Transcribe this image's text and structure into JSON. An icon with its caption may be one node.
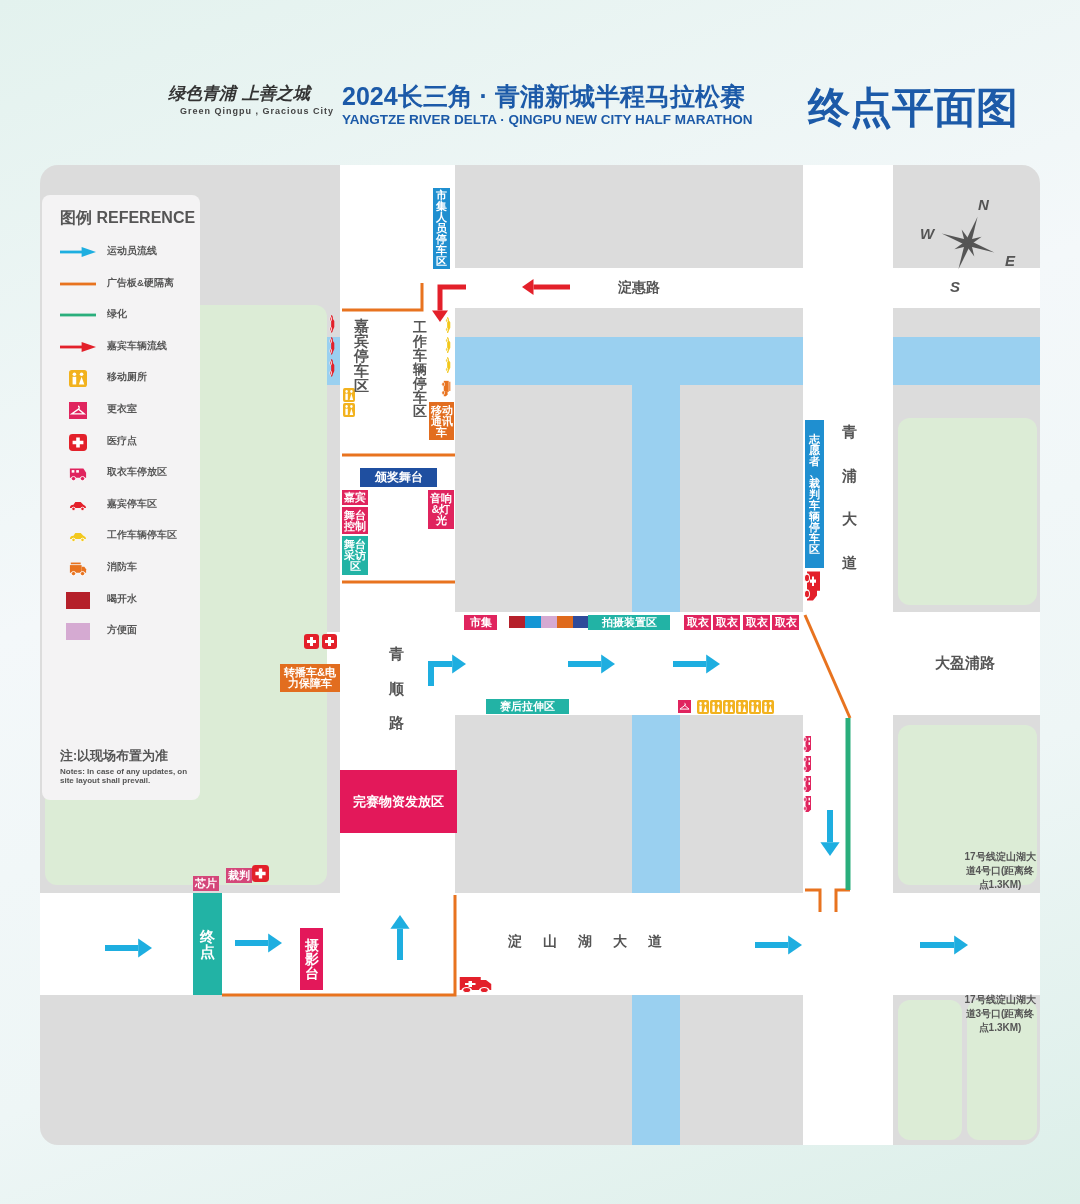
{
  "diagram": {
    "title": "2024长三角 · 青浦新城半程马拉松赛",
    "nodes": [
      {
        "text": [
          "市集人员停车区"
        ]
      },
      {
        "text": [
          "移动通讯车"
        ]
      },
      {
        "text": [
          "颁奖舞台"
        ]
      },
      {
        "text": [
          "嘉宾"
        ]
      },
      {
        "text": [
          "舞台控制"
        ]
      },
      {
        "text": [
          "舞台采访区"
        ]
      },
      {
        "text": [
          "音响&灯光"
        ]
      },
      {
        "text": [
          "转播车&电力保障车"
        ]
      },
      {
        "text": [
          "市集"
        ]
      },
      {
        "text": [
          "拍摄装置区"
        ]
      },
      {
        "text": [
          "取衣"
        ]
      },
      {
        "text": [
          "取衣"
        ]
      },
      {
        "text": [
          "取衣"
        ]
      },
      {
        "text": [
          "取衣"
        ]
      },
      {
        "text": [
          "赛后拉伸区"
        ]
      },
      {
        "text": [
          "完赛物资发放区"
        ]
      },
      {
        "text": [
          "芯片"
        ]
      },
      {
        "text": [
          "裁判"
        ]
      },
      {
        "text": [
          "终点"
        ]
      },
      {
        "text": [
          "摄影台"
        ]
      },
      {
        "text": [
          "志愿者、裁判车辆停车区"
        ]
      }
    ],
    "labels": [
      "YANGTZE RIVER DELTA · QINGPU NEW CITY HALF MARATHON",
      "终点平面图",
      "绿色青浦 上善之城",
      "Green Qingpu , Gracious City",
      "图例 REFERENCE",
      "注:以现场布置为准",
      "Notes: In case of any updates, on site layout shall prevail.",
      "淀惠路",
      "嘉宾停车区",
      "工作车辆停车区",
      "青顺路",
      "青浦大道",
      "大盈浦路",
      "淀山湖大道",
      "17号线淀山湖大道4号口(距离终点1.3KM)",
      "17号线淀山湖大道3号口(距离终点1.3KM)",
      "N",
      "W",
      "E",
      "S"
    ],
    "legend": [
      {
        "text": "运动员流线"
      },
      {
        "text": "广告板&硬隔离"
      },
      {
        "text": "绿化"
      },
      {
        "text": "嘉宾车辆流线"
      },
      {
        "text": "移动厕所"
      },
      {
        "text": "更衣室"
      },
      {
        "text": "医疗点"
      },
      {
        "text": "取衣车停放区"
      },
      {
        "text": "嘉宾停车区"
      },
      {
        "text": "工作车辆停车区"
      },
      {
        "text": "消防车"
      },
      {
        "text": "喝开水",
        "color": "#b5202a"
      },
      {
        "text": "方便面",
        "color": "#d5aad2"
      }
    ]
  }
}
